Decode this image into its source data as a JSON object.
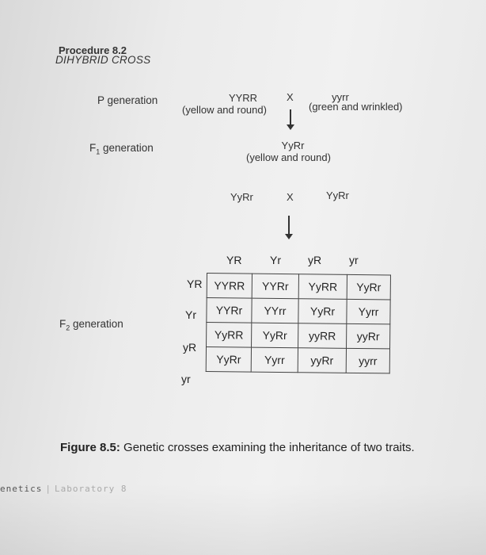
{
  "procedure": {
    "title": "Procedure 8.2",
    "subtitle": "DIHYBRID CROSS"
  },
  "p_generation": {
    "label": "P generation",
    "parent1_genotype": "YYRR",
    "parent1_phenotype": "(yellow and round)",
    "cross_symbol": "X",
    "parent2_genotype": "yyrr",
    "parent2_phenotype": "(green and wrinkled)"
  },
  "f1_generation": {
    "label_main": "F",
    "label_sub": "1",
    "label_rest": " generation",
    "genotype": "YyRr",
    "phenotype": "(yellow and round)",
    "cross_left": "YyRr",
    "cross_symbol": "X",
    "cross_right": "YyRr"
  },
  "f2_generation": {
    "label_main": "F",
    "label_sub": "2",
    "label_rest": " generation",
    "column_headers": [
      "YR",
      "Yr",
      "yR",
      "yr"
    ],
    "row_headers": [
      "YR",
      "Yr",
      "yR",
      "yr"
    ],
    "cells": [
      [
        "YYRR",
        "YYRr",
        "YyRR",
        "YyRr"
      ],
      [
        "YYRr",
        "YYrr",
        "YyRr",
        "Yyrr"
      ],
      [
        "YyRR",
        "YyRr",
        "yyRR",
        "yyRr"
      ],
      [
        "YyRr",
        "Yyrr",
        "yyRr",
        "yyrr"
      ]
    ]
  },
  "caption": {
    "label": "Figure 8.5:",
    "text": " Genetic crosses examining the inheritance of two traits."
  },
  "footer": {
    "book": "enetics",
    "separator": "|",
    "section": "Laboratory 8"
  }
}
